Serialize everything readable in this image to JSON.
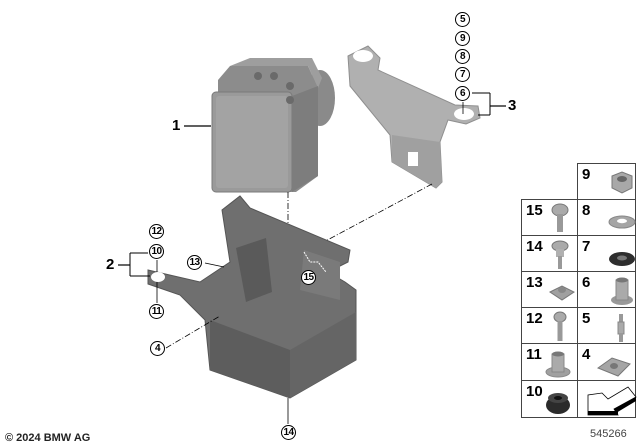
{
  "diagram": {
    "copyright": "© 2024 BMW AG",
    "image_number": "545266",
    "main_parts": [
      {
        "id": "1",
        "label": "1",
        "description": "ABS hydraulic unit"
      },
      {
        "id": "2",
        "label": "2",
        "description": "Lower bracket / carrier"
      },
      {
        "id": "3",
        "label": "3",
        "description": "Upper support bracket"
      }
    ],
    "callouts": {
      "c5": "5",
      "c9": "9",
      "c8": "8",
      "c7": "7",
      "c6": "6",
      "c12": "12",
      "c10": "10",
      "c11": "11",
      "c13": "13",
      "c15": "15",
      "c4": "4",
      "c14": "14"
    },
    "hardware_grid": {
      "left_column": [
        {
          "label": "15",
          "part": "torx-screw"
        },
        {
          "label": "14",
          "part": "collar-screw"
        },
        {
          "label": "13",
          "part": "clip-nut"
        },
        {
          "label": "12",
          "part": "screw"
        },
        {
          "label": "11",
          "part": "bushing"
        },
        {
          "label": "10",
          "part": "rubber-grommet"
        }
      ],
      "right_column": [
        {
          "label": "9",
          "part": "hex-nut"
        },
        {
          "label": "8",
          "part": "washer"
        },
        {
          "label": "7",
          "part": "rubber-washer"
        },
        {
          "label": "6",
          "part": "spacer-sleeve"
        },
        {
          "label": "5",
          "part": "stud"
        },
        {
          "label": "4",
          "part": "clip-nut"
        },
        {
          "label": "",
          "part": "arrow-symbol"
        }
      ]
    },
    "colors": {
      "part_gray": "#6d6d6d",
      "part_dark": "#4f4f4f",
      "part_light": "#a9a9a9",
      "bracket_light": "#b8b8b8",
      "line": "#000000"
    }
  }
}
